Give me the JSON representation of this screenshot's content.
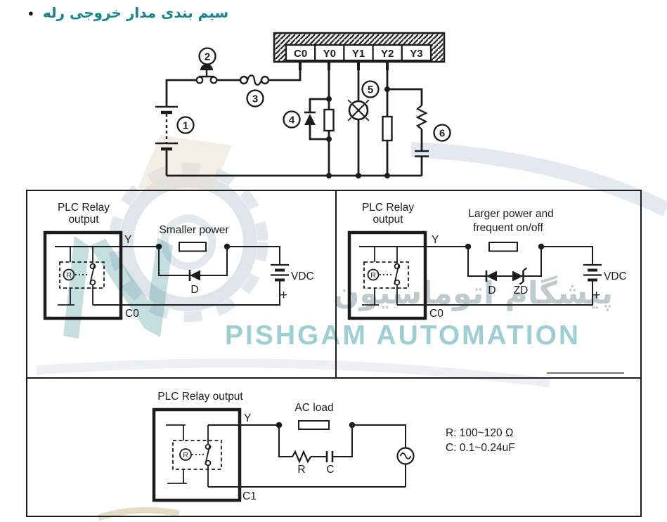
{
  "title": {
    "bullet": "●",
    "text": "سیم بندی مدار خروجی رله"
  },
  "terminal_block": {
    "terminals": [
      "C0",
      "Y0",
      "Y1",
      "Y2",
      "Y3"
    ]
  },
  "callouts": {
    "n1": "1",
    "n2": "2",
    "n3": "3",
    "n4": "4",
    "n5": "5",
    "n6": "6"
  },
  "box_smaller": {
    "title1": "PLC Relay",
    "title2": "output",
    "note": "Smaller power",
    "y": "Y",
    "c": "C0",
    "relay": "R",
    "diode": "D",
    "supply": "VDC",
    "plus": "+"
  },
  "box_larger": {
    "title1": "PLC Relay",
    "title2": "output",
    "note1": "Larger power and",
    "note2": "frequent on/off",
    "y": "Y",
    "c": "C0",
    "relay": "R",
    "diode": "D",
    "zener": "ZD",
    "supply": "VDC",
    "plus": "+"
  },
  "box_ac": {
    "title": "PLC Relay output",
    "note": "AC load",
    "y": "Y",
    "c": "C1",
    "relay": "R",
    "res": "R",
    "cap": "C",
    "spec_r": "R: 100~120 Ω",
    "spec_c": "C: 0.1~0.24uF"
  },
  "watermark": {
    "en": "PISHGAM AUTOMATION",
    "fa": "پیشگام اتوماسیون"
  },
  "colors": {
    "ink": "#1c1c1c",
    "accent": "#17858f",
    "watermark_teal": "#3a9ea8",
    "watermark_gray": "#94a6ac"
  }
}
